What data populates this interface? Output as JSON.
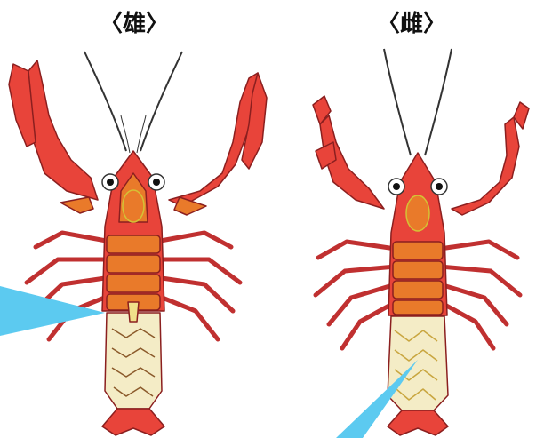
{
  "labels": {
    "male": "〈雄〉",
    "female": "〈雌〉"
  },
  "colors": {
    "body_red": "#e8443a",
    "body_outline": "#8b1f1f",
    "orange": "#e97a2a",
    "cream": "#f4ecc6",
    "pointer": "#5ccaf0",
    "eye_black": "#111111"
  },
  "icons": [
    "crayfish-male",
    "crayfish-female",
    "pointer-arrow"
  ]
}
